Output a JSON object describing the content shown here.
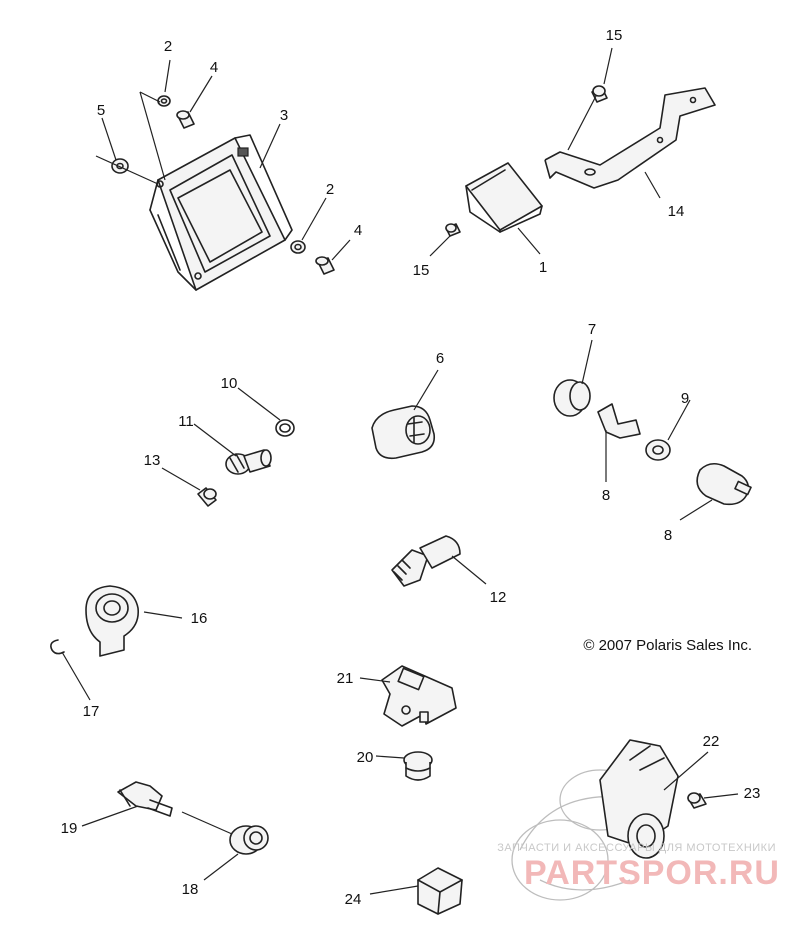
{
  "callouts": [
    "1",
    "2",
    "3",
    "4",
    "5",
    "6",
    "7",
    "8",
    "9",
    "10",
    "11",
    "12",
    "13",
    "14",
    "15",
    "16",
    "17",
    "18",
    "19",
    "20",
    "21",
    "22",
    "23",
    "24"
  ],
  "copyright": "© 2007 Polaris Sales Inc.",
  "watermark": {
    "line1": "ЗАПЧАСТИ И АКСЕССУАРЫ ДЛЯ МОТОТЕХНИКИ",
    "line2": "PARTSPOR.RU"
  }
}
